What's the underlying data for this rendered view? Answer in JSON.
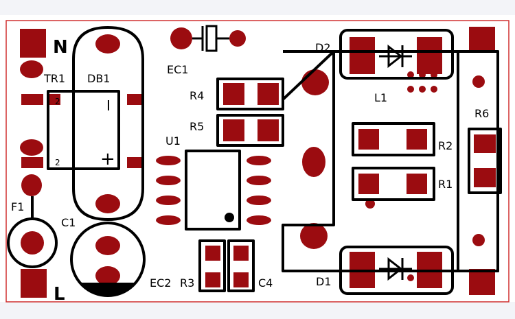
{
  "board": {
    "pad_color": "#9b0c10",
    "silk_color": "#000000",
    "outline_color": "#d03030",
    "background": "#ffffff"
  },
  "labels": {
    "n": "N",
    "l": "L",
    "tr1": "TR1",
    "db1": "DB1",
    "db1_minus": "I",
    "db1_plus": "+",
    "tr1_mark_top": "2",
    "tr1_mark_bottom": "2",
    "ec1": "EC1",
    "r4": "R4",
    "r5": "R5",
    "u1": "U1",
    "f1": "F1",
    "c1": "C1",
    "ec2": "EC2",
    "r3": "R3",
    "c4": "C4",
    "d2": "D2",
    "l1": "L1",
    "r6": "R6",
    "r2": "R2",
    "r1": "R1",
    "d1": "D1"
  }
}
